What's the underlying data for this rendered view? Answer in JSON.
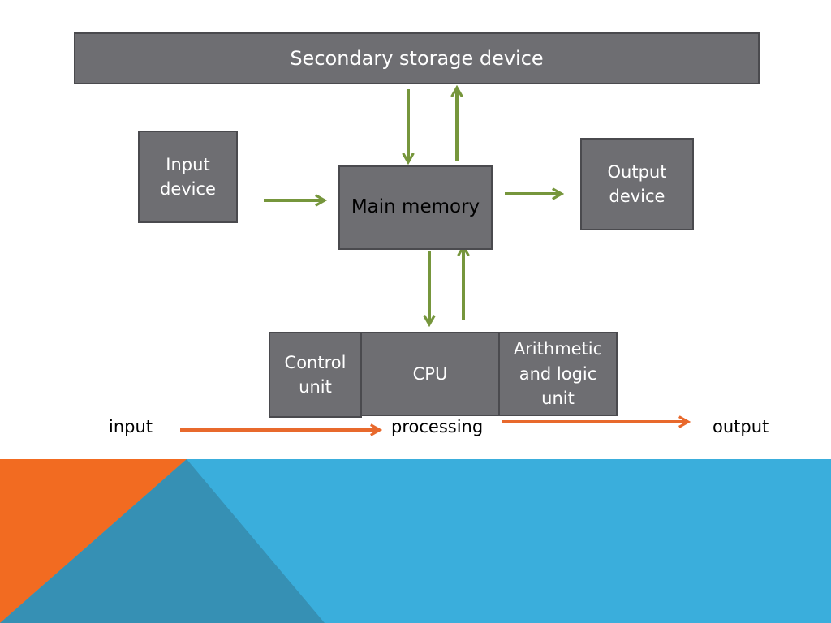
{
  "diagram": {
    "storage_label": "Secondary storage device",
    "input_label": "Input\ndevice",
    "memory_label": "Main memory",
    "output_label": "Output\ndevice",
    "control_label": "Control\nunit",
    "cpu_label": "CPU",
    "alu_label": "Arithmetic\nand logic\nunit"
  },
  "flow": {
    "input_label": "input",
    "processing_label": "processing",
    "output_label": "output"
  },
  "colors": {
    "box_fill": "#6e6e72",
    "box_border": "#4a4a4e",
    "data_arrow": "#76963c",
    "flow_arrow": "#e8692c",
    "banner_blue": "#3aaedc",
    "banner_orange": "#f26b21",
    "banner_teal": "#3690b4"
  }
}
